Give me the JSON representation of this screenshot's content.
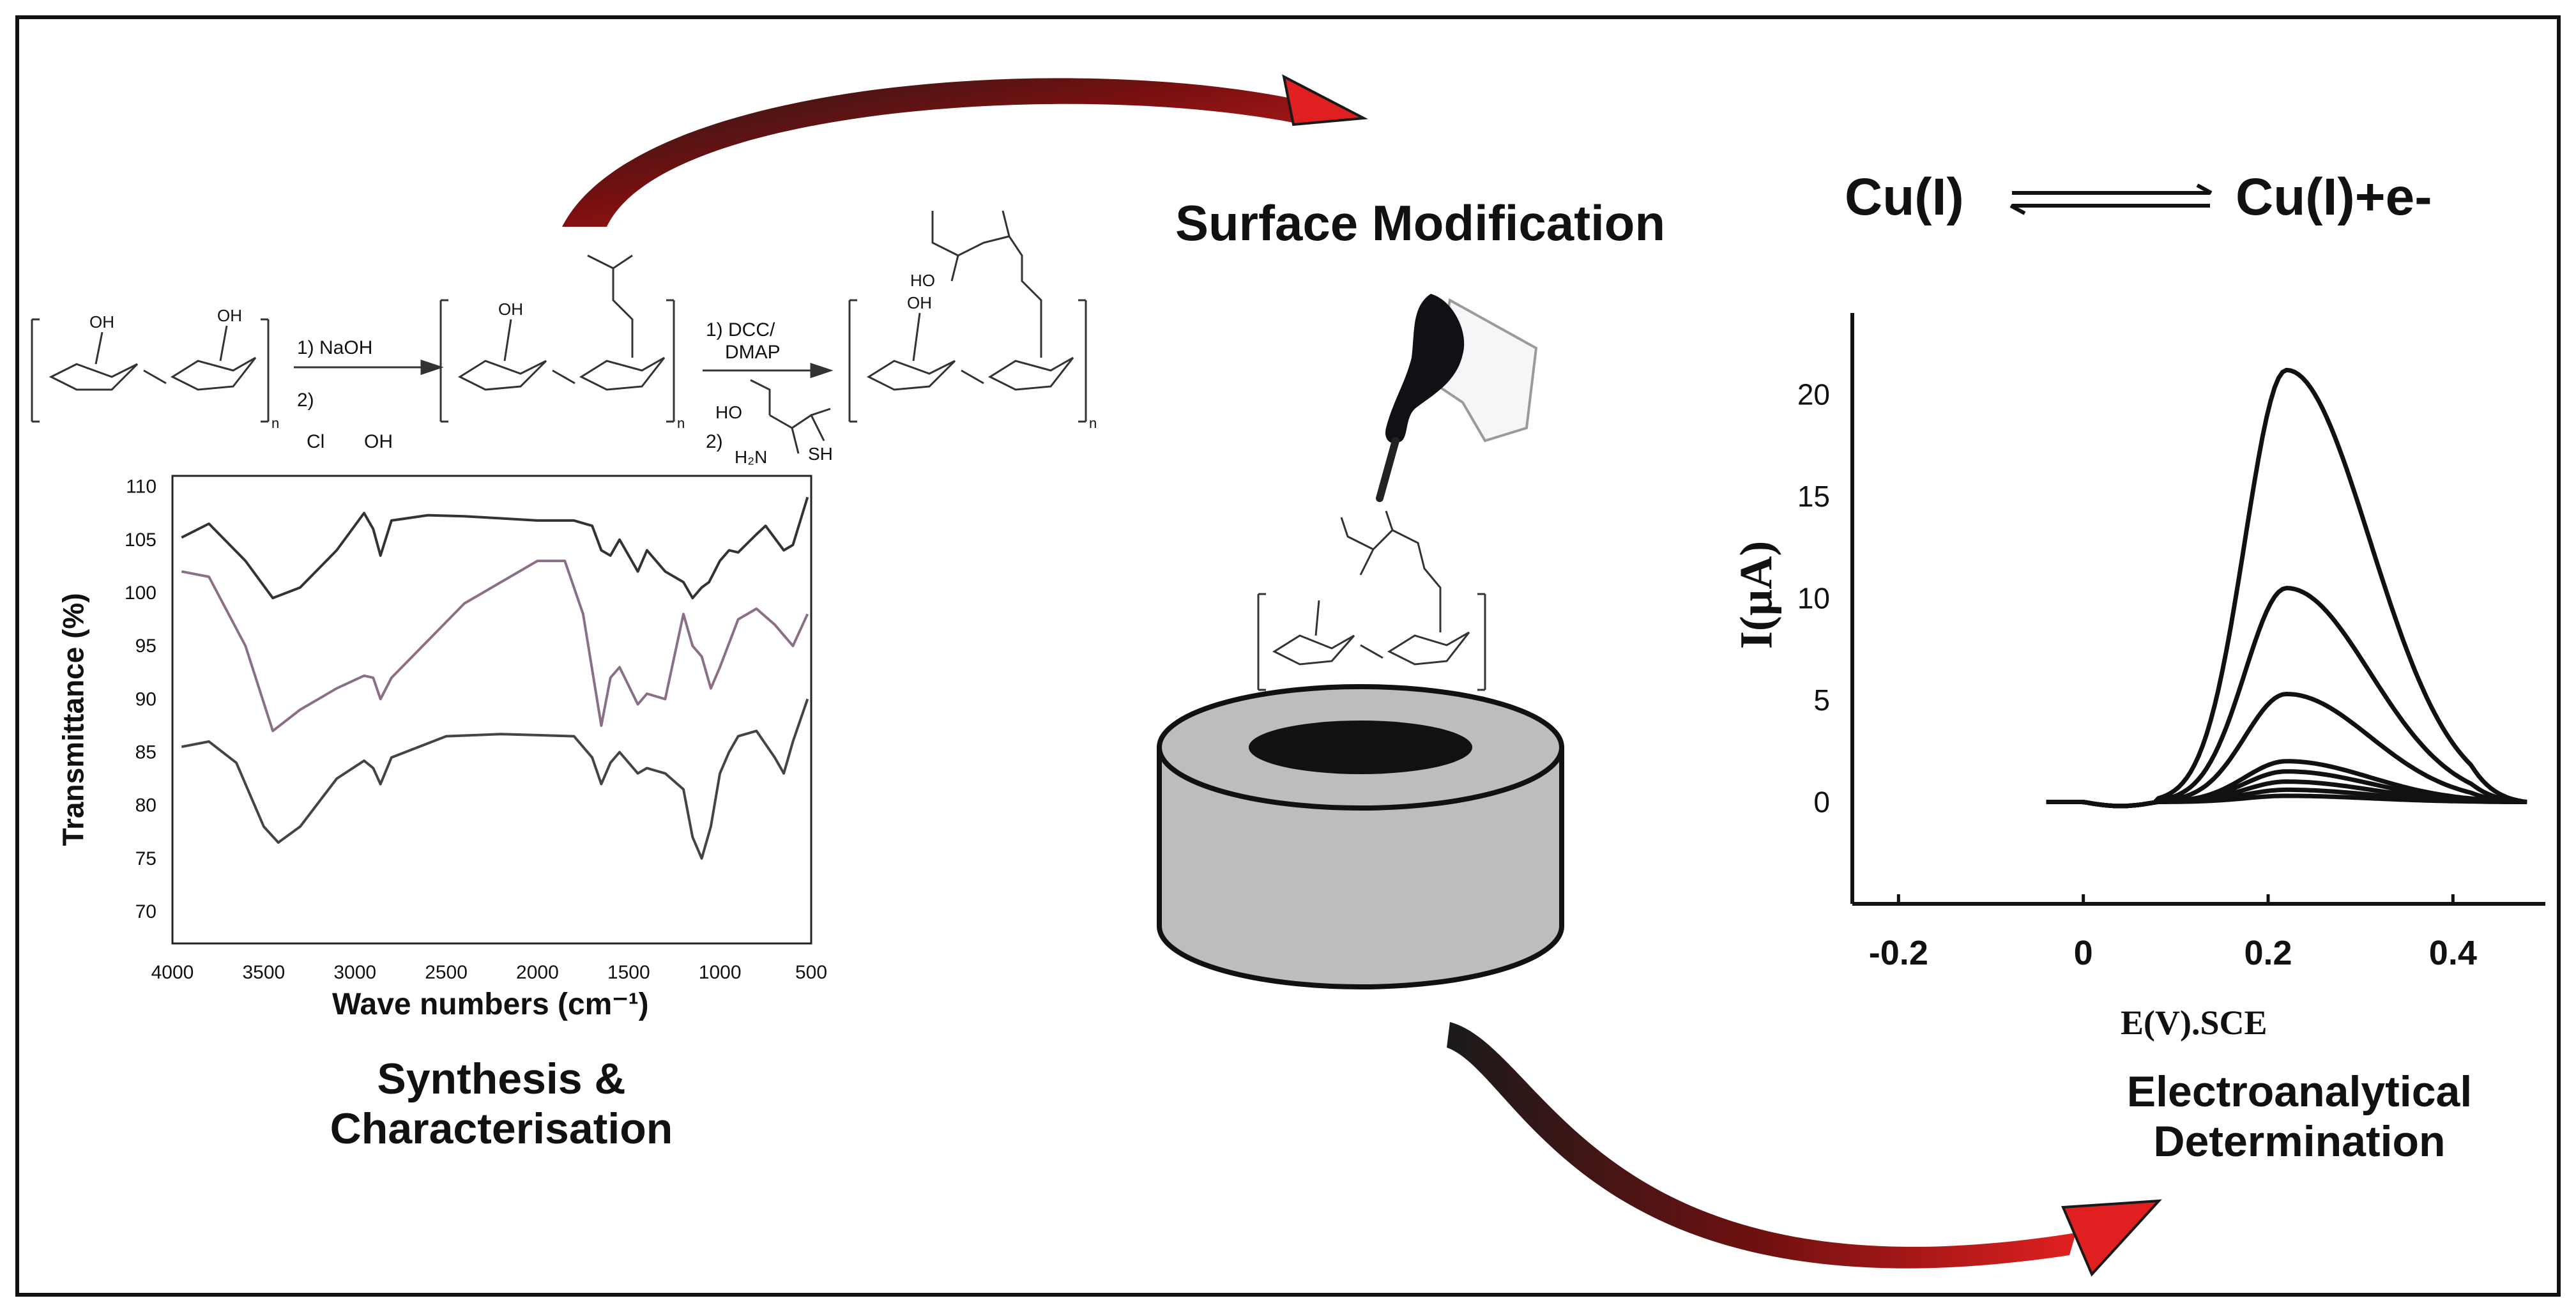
{
  "colors": {
    "arrow_red": "#e02020",
    "arrow_dark": "#1a1a1a",
    "electrode_gray": "#bdbdbd",
    "line": "#1a1a1a",
    "spectra_purple": "#8a6f86"
  },
  "section_synthesis": {
    "label_line1": "Synthesis &",
    "label_line2": "Characterisation",
    "scheme": {
      "step1_reagent1": "1) NaOH",
      "step1_reagent2a": "2)",
      "step1_reagent2b": "Cl",
      "step1_reagent2c": "OH",
      "step2_reagent1": "1) DCC/",
      "step2_reagent1b": "DMAP",
      "step2_reagent2": "2)",
      "step2_reagent2b": "H₂N",
      "step2_reagent2c": "SH",
      "step2_reagent2d": "HO",
      "oh": "OH",
      "ho": "HO",
      "sub_n": "n"
    }
  },
  "section_surface": {
    "title": "Surface Modification"
  },
  "section_electro": {
    "reaction_left": "Cu(I)",
    "reaction_right": "Cu(I)+e-",
    "label_line1": "Electroanalytical",
    "label_line2": "Determination"
  },
  "chart_data": [
    {
      "type": "line",
      "xlabel": "Wave numbers (cm⁻¹)",
      "ylabel": "Transmittance (%)",
      "x_ticks": [
        "4000",
        "3500",
        "3000",
        "2500",
        "2000",
        "1500",
        "1000",
        "500"
      ],
      "y_ticks": [
        "110",
        "105",
        "100",
        "95",
        "90",
        "85",
        "80",
        "75",
        "70"
      ],
      "xlim": [
        4000,
        500
      ],
      "ylim": [
        67,
        111
      ],
      "series": [
        {
          "x": [
            3950,
            3800,
            3600,
            3450,
            3300,
            3100,
            2950,
            2900,
            2860,
            2800,
            2600,
            2400,
            2200,
            2000,
            1800,
            1700,
            1650,
            1600,
            1550,
            1450,
            1400,
            1300,
            1200,
            1150,
            1100,
            1060,
            1000,
            950,
            900,
            800,
            750,
            650,
            600,
            520
          ],
          "y": [
            105.2,
            106.5,
            103,
            99.5,
            100.5,
            104,
            107.5,
            106,
            103.5,
            106.8,
            107.3,
            107.2,
            107,
            106.8,
            106.8,
            106.3,
            104,
            103.5,
            105,
            102,
            104,
            102,
            101,
            99.5,
            100.5,
            101,
            103,
            104,
            103.8,
            105.5,
            106.3,
            104,
            104.5,
            109
          ]
        },
        {
          "x": [
            3950,
            3800,
            3600,
            3450,
            3300,
            3100,
            2950,
            2900,
            2860,
            2800,
            2600,
            2400,
            2200,
            2000,
            1850,
            1750,
            1650,
            1600,
            1550,
            1450,
            1400,
            1300,
            1200,
            1150,
            1100,
            1050,
            1000,
            900,
            800,
            700,
            600,
            520
          ],
          "y": [
            102,
            101.5,
            95,
            87,
            89,
            91,
            92.2,
            92,
            90,
            92,
            95.5,
            99,
            101,
            103,
            103,
            98,
            87.5,
            92,
            93,
            89.5,
            90.5,
            90,
            98,
            95,
            94,
            91,
            93,
            97.5,
            98.5,
            97,
            95,
            98
          ]
        },
        {
          "x": [
            3950,
            3800,
            3650,
            3500,
            3420,
            3300,
            3100,
            2950,
            2900,
            2860,
            2800,
            2500,
            2200,
            2000,
            1800,
            1700,
            1650,
            1600,
            1550,
            1450,
            1400,
            1300,
            1200,
            1150,
            1100,
            1050,
            1000,
            950,
            900,
            800,
            700,
            650,
            600,
            520
          ],
          "y": [
            85.5,
            86,
            84,
            78,
            76.5,
            78,
            82.5,
            84.2,
            83.5,
            82,
            84.5,
            86.5,
            86.7,
            86.6,
            86.5,
            84.5,
            82,
            84,
            85,
            83,
            83.5,
            83,
            81.5,
            77,
            75,
            78,
            83,
            85,
            86.5,
            87,
            84.5,
            83,
            86,
            90
          ]
        }
      ]
    },
    {
      "type": "line",
      "xlabel": "E(V).SCE",
      "ylabel": "I(µA)",
      "x_ticks": [
        "-0.2",
        "0",
        "0.2",
        "0.4"
      ],
      "y_ticks": [
        "0",
        "5",
        "10",
        "15",
        "20"
      ],
      "xlim": [
        -0.25,
        0.5
      ],
      "ylim": [
        -5,
        24
      ],
      "series": [
        {
          "peak": 21.2
        },
        {
          "peak": 10.5
        },
        {
          "peak": 5.3
        },
        {
          "peak": 2.0
        },
        {
          "peak": 1.5
        },
        {
          "peak": 1.0
        },
        {
          "peak": 0.6
        },
        {
          "peak": 0.3
        }
      ]
    }
  ]
}
